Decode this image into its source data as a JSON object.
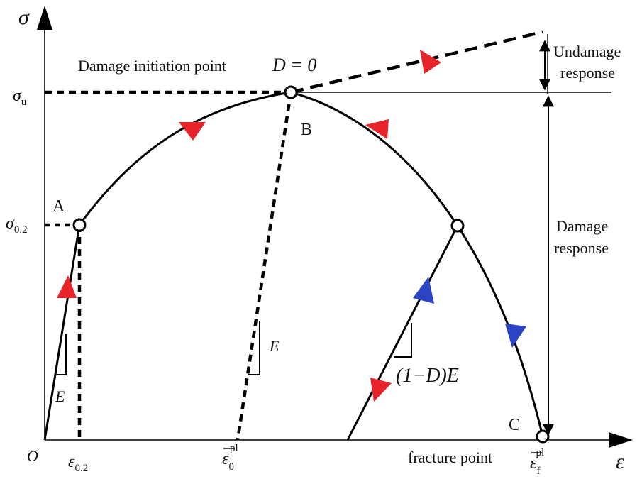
{
  "axes": {
    "y_label": "σ",
    "x_label": "ε",
    "origin": "O"
  },
  "y_ticks": {
    "sigma_u": {
      "base": "σ",
      "sub": "u"
    },
    "sigma_02": {
      "base": "σ",
      "sub": "0.2"
    }
  },
  "x_ticks": {
    "eps_02": {
      "base": "ε",
      "sub": "0.2"
    },
    "eps_0pl": {
      "base": "ε",
      "sub": "0",
      "sup": "pl"
    },
    "eps_fpl": {
      "base": "ε",
      "sub": "f",
      "sup": "pl"
    }
  },
  "points": {
    "A": "A",
    "B": "B",
    "C": "C"
  },
  "annotations": {
    "damage_initiation": "Damage initiation point",
    "d_zero": "D = 0",
    "undamage_line1": "Undamage",
    "undamage_line2": "response",
    "damage_line1": "Damage",
    "damage_line2": "response",
    "fracture_point": "fracture point",
    "modulus_E": "E",
    "modulus_E_mid": "E",
    "modulus_damaged": "(1−D)E"
  },
  "colors": {
    "curve": "#000000",
    "arrow_red": "#e8232a",
    "arrow_blue": "#2b44c4"
  }
}
